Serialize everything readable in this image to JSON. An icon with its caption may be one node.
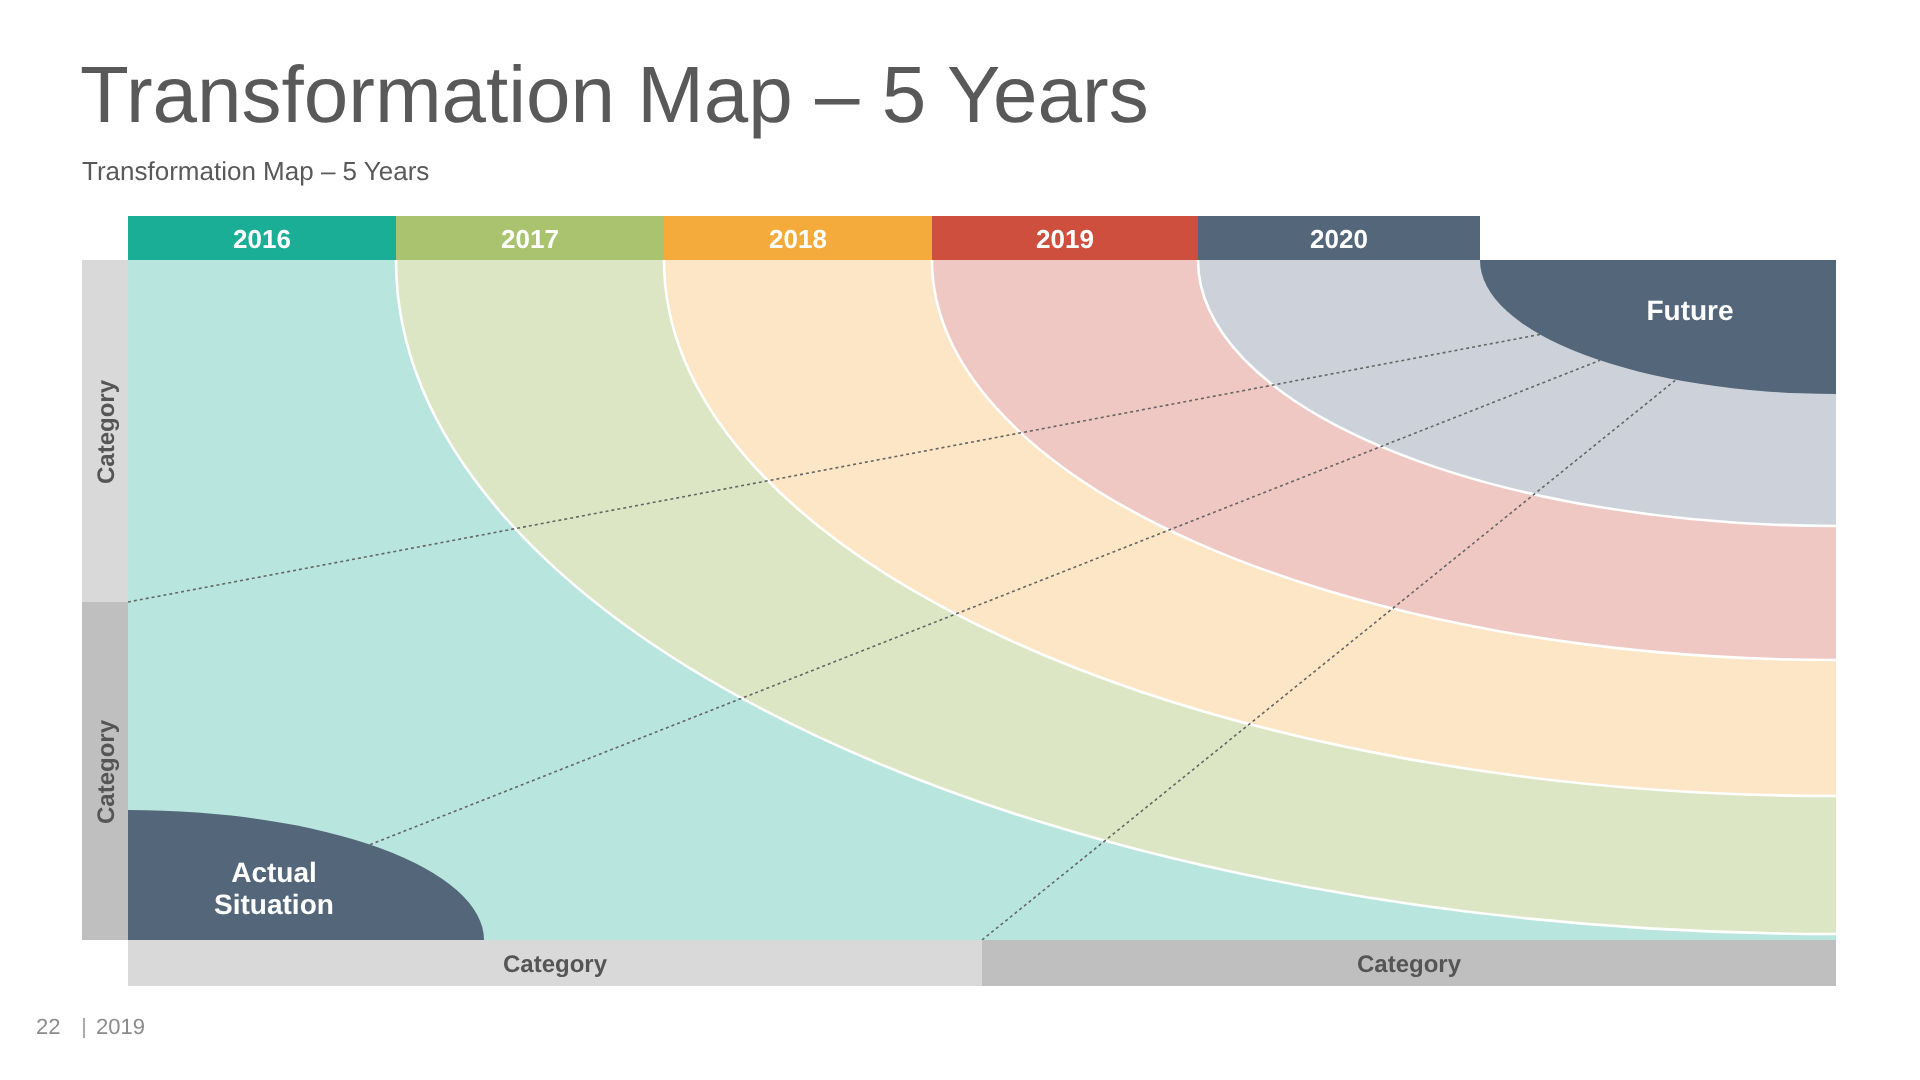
{
  "diagram": {
    "title": "Transformation Map – 5 Years",
    "nodes": [
      {
        "text": [
          "2016"
        ]
      },
      {
        "text": [
          "2017"
        ]
      },
      {
        "text": [
          "2018"
        ]
      },
      {
        "text": [
          "2019"
        ]
      },
      {
        "text": [
          "2020"
        ]
      },
      {
        "text": [
          "Category"
        ]
      },
      {
        "text": [
          "Category"
        ]
      },
      {
        "text": [
          "Category"
        ]
      },
      {
        "text": [
          "Category"
        ]
      },
      {
        "text": [
          "Actual Situation"
        ]
      },
      {
        "text": [
          "Future"
        ]
      }
    ],
    "edges": [
      {
        "from": 6,
        "to": 10,
        "arrow": "none",
        "style": "dashed"
      },
      {
        "from": 9,
        "to": 10,
        "arrow": "none",
        "style": "dashed"
      },
      {
        "from": 7,
        "to": 10,
        "arrow": "none",
        "style": "dashed"
      }
    ],
    "labels": [
      "Transformation Map – 5 Years",
      "22",
      "2019"
    ]
  }
}
